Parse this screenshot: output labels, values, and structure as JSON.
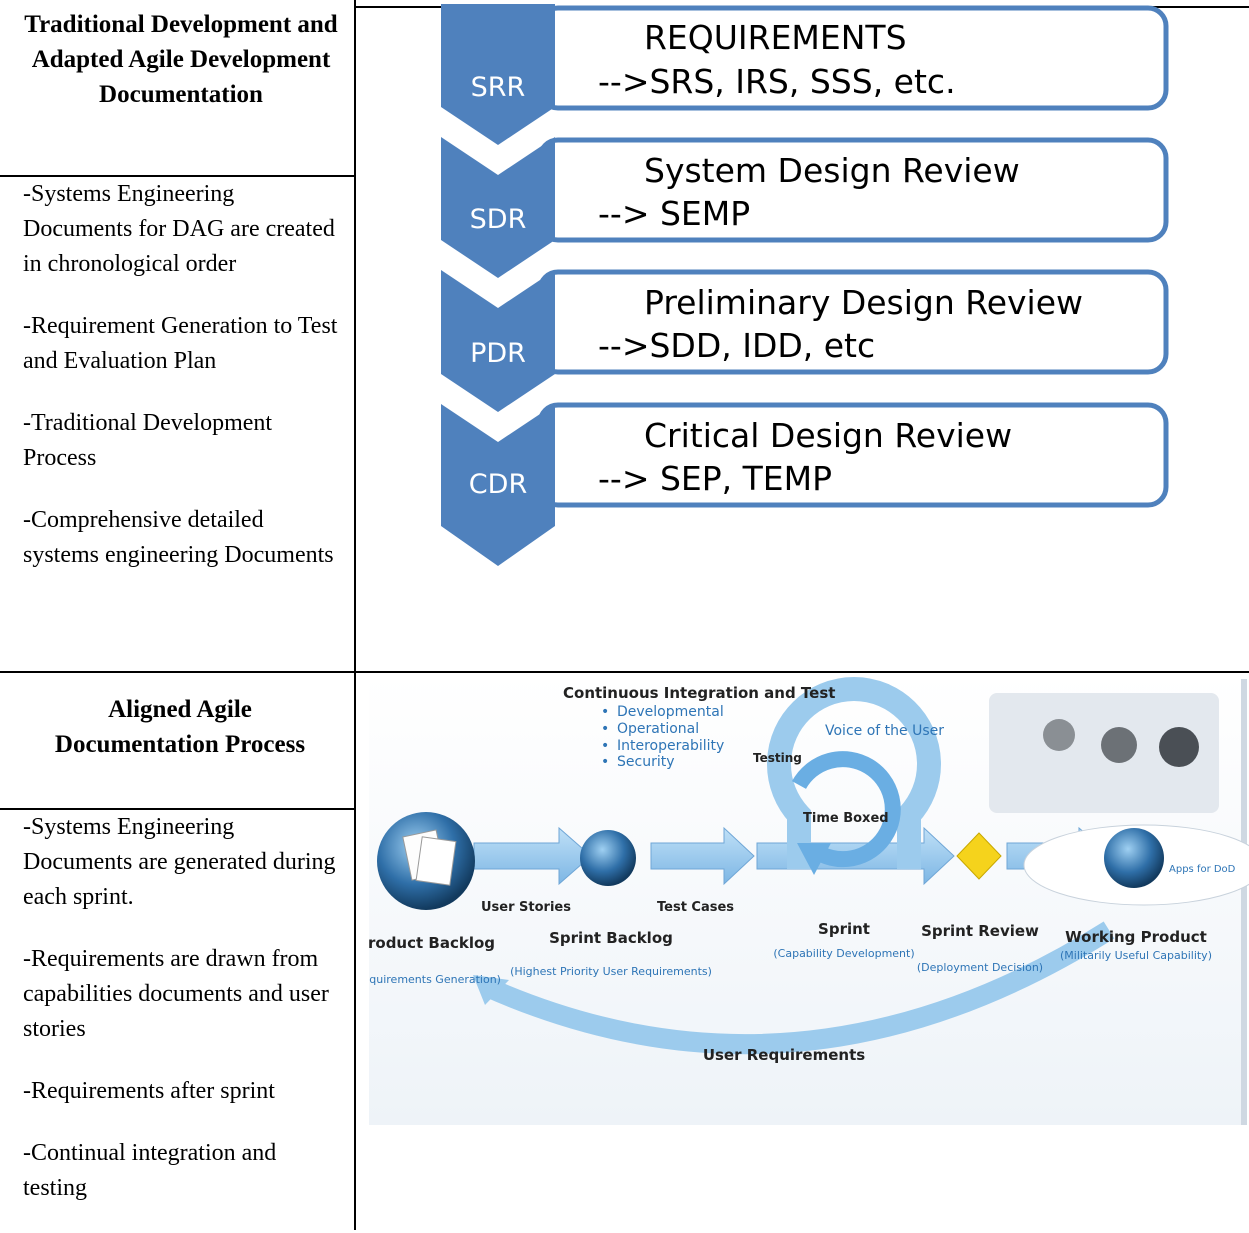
{
  "top_left": {
    "title": "Traditional Development and Adapted Agile Development Documentation",
    "bullets": [
      "-Systems Engineering Documents for DAG are created in chronological order",
      "-Requirement Generation to Test and Evaluation Plan",
      "-Traditional Development Process",
      "-Comprehensive detailed systems engineering Documents"
    ]
  },
  "bottom_left": {
    "title": "Aligned Agile Documentation Process",
    "bullets": [
      "-Systems Engineering Documents are generated during each sprint.",
      "-Requirements are drawn from capabilities documents and user stories",
      "-Requirements after sprint",
      "-Continual integration and testing"
    ]
  },
  "waterfall": {
    "stages": [
      {
        "abbr": "SRR",
        "title": "REQUIREMENTS",
        "docs": "-->SRS, IRS, SSS, etc."
      },
      {
        "abbr": "SDR",
        "title": "System Design Review",
        "docs": "--> SEMP"
      },
      {
        "abbr": "PDR",
        "title": "Preliminary Design Review",
        "docs": "-->SDD, IDD, etc"
      },
      {
        "abbr": "CDR",
        "title": "Critical Design Review",
        "docs": "--> SEP, TEMP"
      }
    ],
    "colors": {
      "chevron": "#4f81bd",
      "box_border": "#4f81bd"
    }
  },
  "agile": {
    "ci_title": "Continuous Integration and Test",
    "ci_items": [
      "Developmental",
      "Operational",
      "Interoperability",
      "Security"
    ],
    "voice": "Voice of the User",
    "testing": "Testing",
    "time_boxed": "Time Boxed",
    "user_stories": "User Stories",
    "test_cases": "Test Cases",
    "apps": "Apps for DoD",
    "product_backlog": {
      "title": "Product Backlog",
      "sub": "(Requirements Generation)"
    },
    "sprint_backlog": {
      "title": "Sprint Backlog",
      "sub": "(Highest Priority User Requirements)"
    },
    "sprint": {
      "title": "Sprint",
      "sub": "(Capability Development)"
    },
    "sprint_review": {
      "title": "Sprint Review",
      "sub": "(Deployment Decision)"
    },
    "working_product": {
      "title": "Working Product",
      "sub": "(Militarily Useful Capability)"
    },
    "user_requirements": "User Requirements",
    "colors": {
      "accent_text": "#2e75b6",
      "arrow": "#8ec3ea",
      "diamond": "#f5d31c"
    }
  }
}
